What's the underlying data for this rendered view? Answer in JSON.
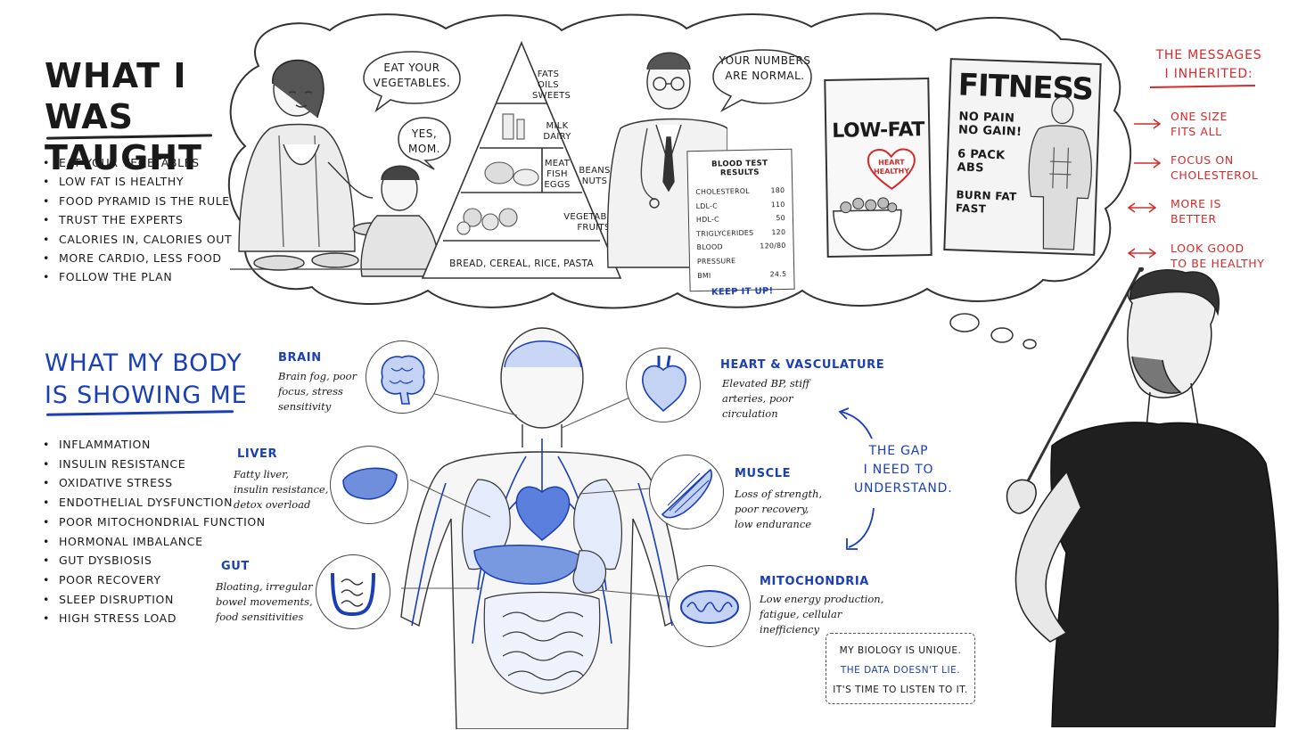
{
  "left_panel": {
    "title_taught": [
      "WHAT I",
      "WAS TAUGHT"
    ],
    "taught_items": [
      "EAT YOUR VEGETABLES",
      "LOW FAT IS HEALTHY",
      "FOOD PYRAMID IS THE RULE",
      "TRUST THE EXPERTS",
      "CALORIES IN, CALORIES OUT",
      "MORE CARDIO, LESS FOOD",
      "FOLLOW THE PLAN"
    ],
    "title_body": [
      "WHAT MY BODY",
      "IS SHOWING ME"
    ],
    "body_items": [
      "INFLAMMATION",
      "INSULIN RESISTANCE",
      "OXIDATIVE STRESS",
      "ENDOTHELIAL DYSFUNCTION",
      "POOR MITOCHONDRIAL FUNCTION",
      "HORMONAL IMBALANCE",
      "GUT DYSBIOSIS",
      "POOR RECOVERY",
      "SLEEP DISRUPTION",
      "HIGH STRESS LOAD"
    ]
  },
  "thought_cloud": {
    "mother_bubble": [
      "EAT YOUR",
      "VEGETABLES."
    ],
    "child_bubble": [
      "YES,",
      "MOM."
    ],
    "doctor_bubble": [
      "YOUR NUMBERS",
      "ARE NORMAL."
    ],
    "pyramid": {
      "top": [
        "FATS",
        "OILS",
        "SWEETS"
      ],
      "dairy": [
        "MILK",
        "DAIRY"
      ],
      "protein_left": [
        "MEAT",
        "FISH",
        "EGGS"
      ],
      "protein_right": [
        "BEANS",
        "NUTS"
      ],
      "produce": [
        "VEGETABLES",
        "FRUITS"
      ],
      "base": "BREAD, CEREAL, RICE, PASTA"
    },
    "blood_test": {
      "title": "BLOOD TEST RESULTS",
      "rows": [
        {
          "label": "CHOLESTEROL",
          "value": "180"
        },
        {
          "label": "LDL-C",
          "value": "110"
        },
        {
          "label": "HDL-C",
          "value": "50"
        },
        {
          "label": "TRIGLYCERIDES",
          "value": "120"
        },
        {
          "label": "BLOOD PRESSURE",
          "value": "120/80"
        },
        {
          "label": "BMI",
          "value": "24.5"
        }
      ],
      "footer": "KEEP IT UP!"
    },
    "cereal": {
      "brand": "LOW-FAT",
      "heart_label": [
        "HEART",
        "HEALTHY"
      ]
    },
    "magazine": {
      "title": "FITNESS",
      "lines": [
        [
          "NO PAIN",
          "NO GAIN!"
        ],
        [
          "6 PACK",
          "ABS"
        ],
        [
          "BURN FAT",
          "FAST"
        ]
      ]
    }
  },
  "messages": {
    "title": [
      "THE MESSAGES",
      "I INHERITED:"
    ],
    "items": [
      [
        "ONE SIZE",
        "FITS ALL"
      ],
      [
        "FOCUS ON",
        "CHOLESTEROL"
      ],
      [
        "MORE IS",
        "BETTER"
      ],
      [
        "LOOK GOOD",
        "TO BE HEALTHY"
      ]
    ]
  },
  "organs": {
    "brain": {
      "head": "BRAIN",
      "desc": [
        "Brain fog, poor",
        "focus, stress",
        "sensitivity"
      ]
    },
    "liver": {
      "head": "LIVER",
      "desc": [
        "Fatty liver,",
        "insulin resistance,",
        "detox overload"
      ]
    },
    "gut": {
      "head": "GUT",
      "desc": [
        "Bloating, irregular",
        "bowel movements,",
        "food sensitivities"
      ]
    },
    "heart": {
      "head": "HEART & VASCULATURE",
      "desc": [
        "Elevated BP, stiff",
        "arteries, poor",
        "circulation"
      ]
    },
    "muscle": {
      "head": "MUSCLE",
      "desc": [
        "Loss of strength,",
        "poor recovery,",
        "low endurance"
      ]
    },
    "mito": {
      "head": "MITOCHONDRIA",
      "desc": [
        "Low energy production,",
        "fatigue, cellular",
        "inefficiency"
      ]
    }
  },
  "gap": [
    "THE GAP",
    "I NEED TO",
    "UNDERSTAND."
  ],
  "note": [
    "MY BIOLOGY IS UNIQUE.",
    "THE DATA DOESN'T LIE.",
    "IT'S TIME TO LISTEN TO IT."
  ],
  "colors": {
    "ink": "#1a1a1a",
    "blue": "#1a3fb5",
    "red": "#d42a2a"
  }
}
